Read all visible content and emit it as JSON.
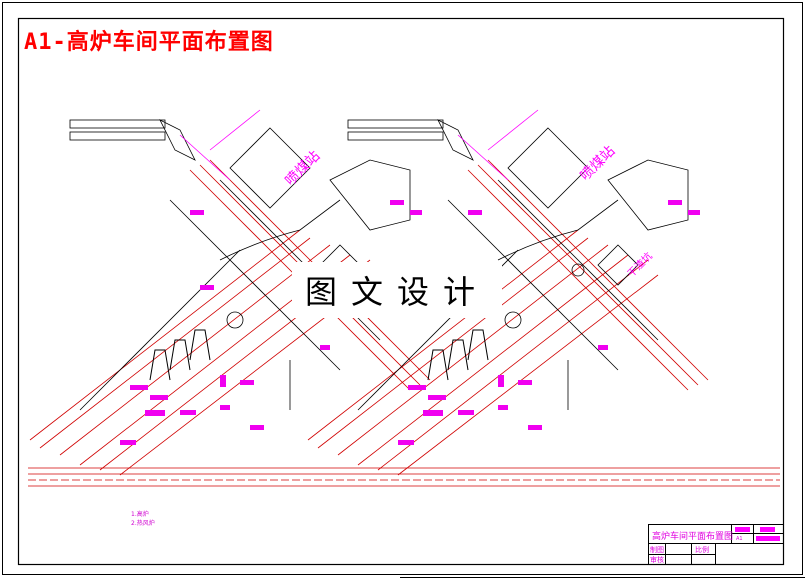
{
  "drawing": {
    "title": "A1-高炉车间平面布置图",
    "watermark": "图文设计",
    "buildings": {
      "coal_station": "喷煤站",
      "slag_pit": "干渣坑"
    },
    "legend": [
      "1.高炉",
      "2.热风炉"
    ],
    "title_block": {
      "name": "高炉车间平面布置图",
      "drawn_by_label": "制图",
      "checked_by_label": "审核",
      "scale_label": "比例",
      "sheet_label": "A1"
    },
    "colors": {
      "title": "#ff0000",
      "annotation": "#ff00ff",
      "lines": "#cc0000",
      "outline": "#000000"
    }
  }
}
